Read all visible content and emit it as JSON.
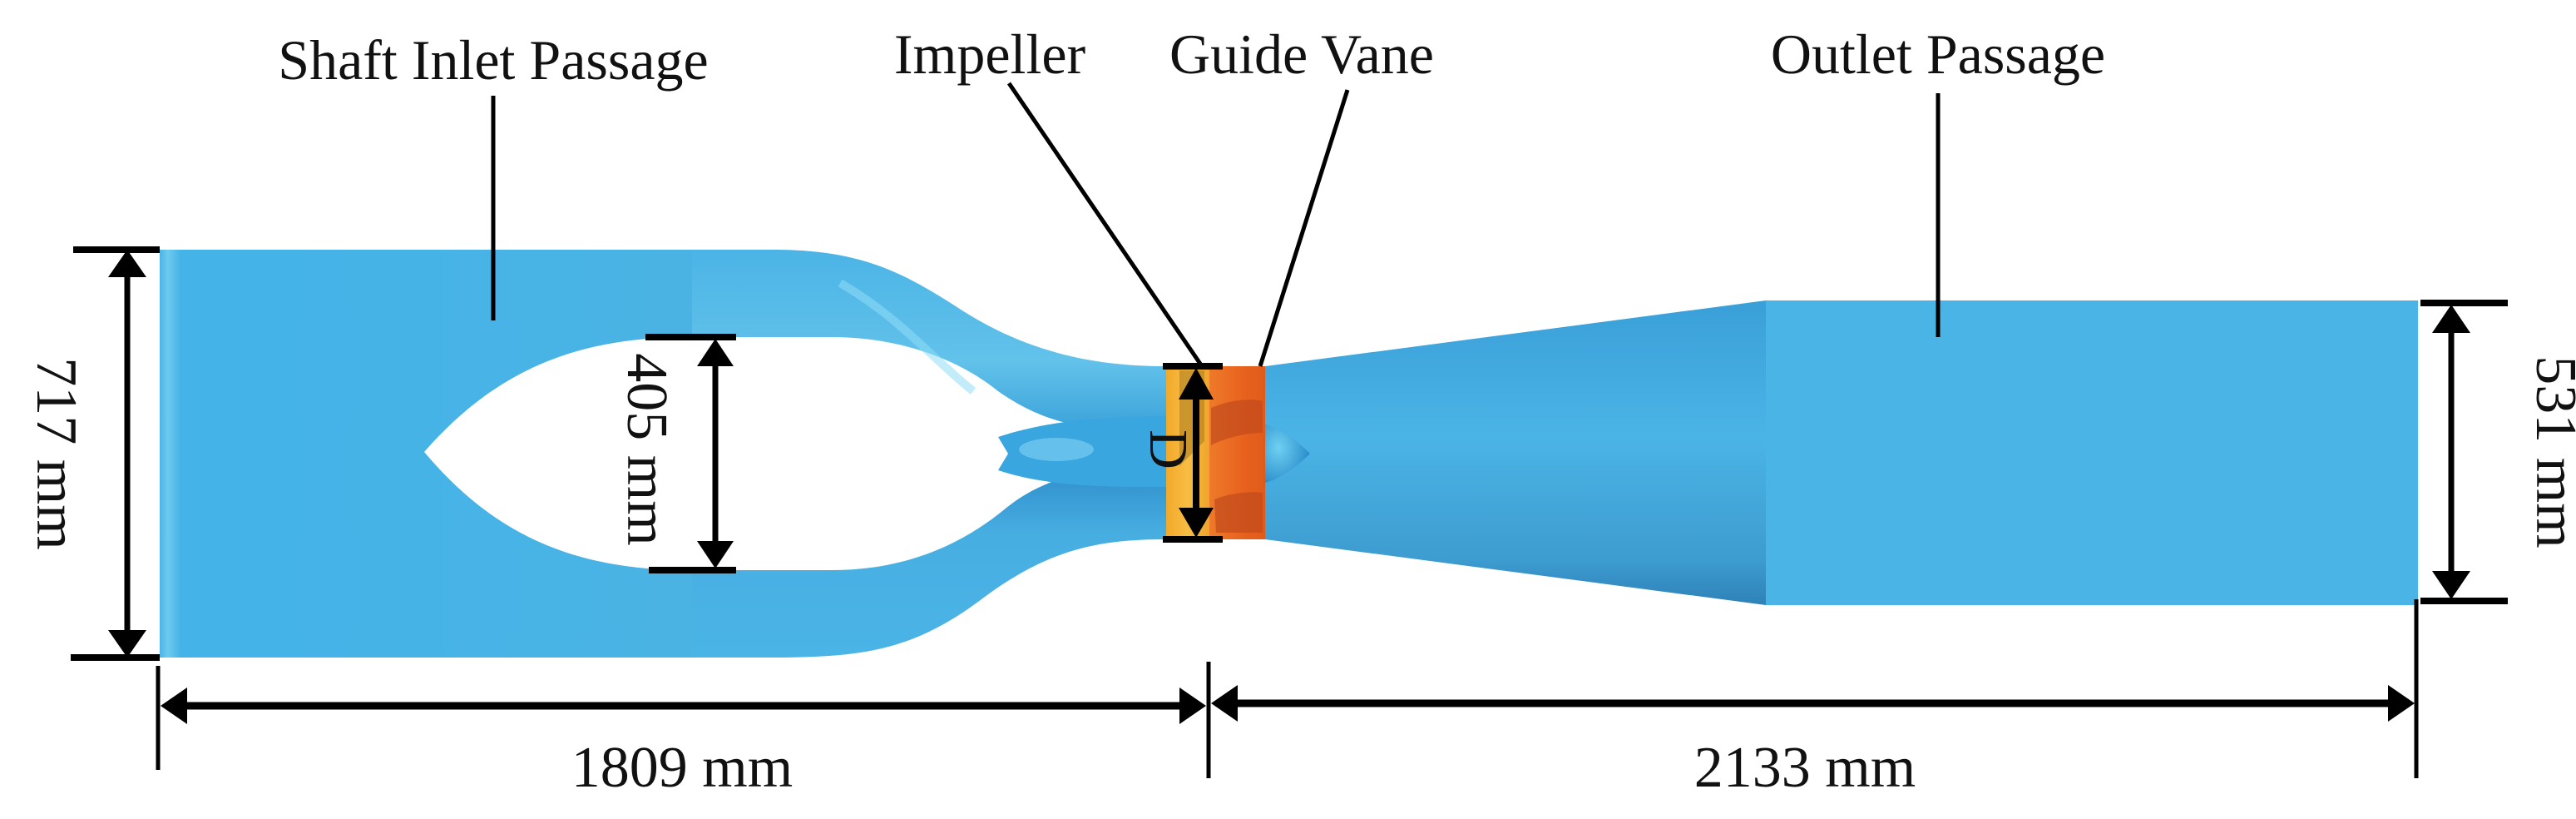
{
  "figure": {
    "type": "pump-station-flow-passage-schematic",
    "background": "#ffffff"
  },
  "components": {
    "inlet": {
      "label": "Shaft Inlet Passage",
      "color": "#4bb4e6"
    },
    "impeller": {
      "label": "Impeller",
      "color": "#f5b335"
    },
    "guide_vane": {
      "label": "Guide Vane",
      "color": "#e8621e"
    },
    "outlet": {
      "label": "Outlet Passage",
      "color": "#4bb4e6"
    }
  },
  "dimensions": {
    "inlet_height": "717 mm",
    "pier_gap_height": "405 mm",
    "impeller_diameter": "D",
    "outlet_height": "531 mm",
    "inlet_length": "1809 mm",
    "outlet_length": "2133 mm"
  },
  "colors": {
    "water_blue": "#4bb4e6",
    "water_shade": "#2f8fc8",
    "water_highlight": "#7fd0ef",
    "impeller_gold": "#f5b335",
    "vane_orange": "#e8621e",
    "vane_dark": "#c24a1c",
    "line": "#000000"
  }
}
